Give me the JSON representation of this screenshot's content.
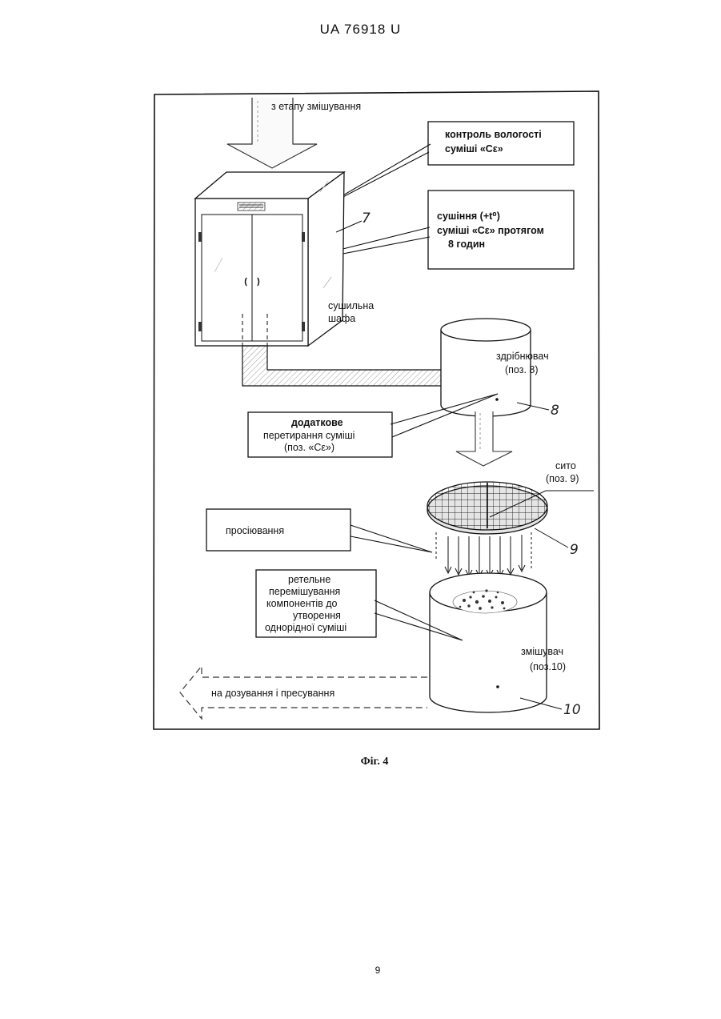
{
  "header": {
    "doc_id": "UA  76918  U"
  },
  "figure": {
    "caption": "Фіг. 4",
    "page_number": "9"
  },
  "diagram": {
    "from_mixing": "з етапу змішування",
    "moisture_box": [
      "контроль вологості",
      "суміші «Cε»"
    ],
    "drying_box": [
      "сушіння (+t⁰)",
      "суміші «Cε» протягом",
      "8 годин"
    ],
    "cabinet_label": [
      "сушильна",
      "шафа"
    ],
    "cabinet_num": "7",
    "grinder_label": [
      "здрібнювач",
      "(поз. 8)"
    ],
    "grinder_num": "8",
    "regrind_box": [
      "додаткове",
      "перетирання суміші",
      "(поз. «Cε»)"
    ],
    "sieve_label": [
      "сито",
      "(поз. 9)"
    ],
    "sieve_num": "9",
    "sifting_box": "просіювання",
    "mixing_box": [
      "ретельне",
      "перемішування",
      "компонентів до",
      "утворення",
      "однорідної суміші"
    ],
    "mixer_label": [
      "змішувач",
      "(поз.10)"
    ],
    "mixer_num": "10",
    "to_dosing": "на дозування і пресування"
  }
}
